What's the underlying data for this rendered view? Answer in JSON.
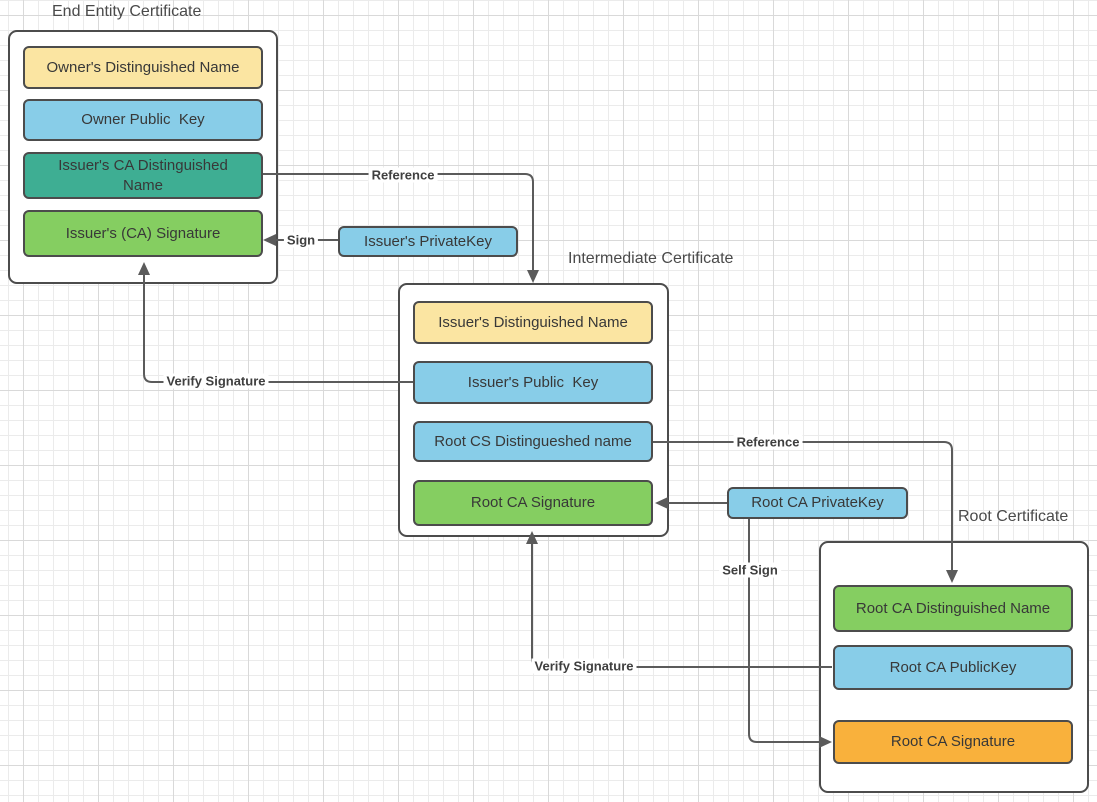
{
  "certificates": [
    {
      "title": "End Entity Certificate",
      "fields": [
        {
          "label": "Owner's Distinguished Name",
          "color": "#FBE5A2"
        },
        {
          "label": "Owner Public  Key",
          "color": "#88CDE8"
        },
        {
          "label": "Issuer's CA Distinguished Name",
          "color": "#3EAE93"
        },
        {
          "label": "Issuer's (CA) Signature",
          "color": "#85CE61"
        }
      ]
    },
    {
      "title": "Intermediate Certificate",
      "fields": [
        {
          "label": "Issuer's Distinguished Name",
          "color": "#FBE5A2"
        },
        {
          "label": "Issuer's Public  Key",
          "color": "#88CDE8"
        },
        {
          "label": "Root CS Distingueshed name",
          "color": "#88CDE8"
        },
        {
          "label": "Root CA Signature",
          "color": "#85CE61"
        }
      ]
    },
    {
      "title": "Root Certificate",
      "fields": [
        {
          "label": "Root CA Distinguished Name",
          "color": "#85CE61"
        },
        {
          "label": "Root CA PublicKey",
          "color": "#88CDE8"
        },
        {
          "label": "Root CA Signature",
          "color": "#F9B13C"
        }
      ]
    }
  ],
  "key_boxes": [
    {
      "label": "Issuer's PrivateKey",
      "color": "#88CDE8"
    },
    {
      "label": "Root CA PrivateKey",
      "color": "#88CDE8"
    }
  ],
  "connector_labels": {
    "reference1": "Reference",
    "sign": "Sign",
    "verify_signature1": "Verify Signature",
    "reference2": "Reference",
    "self_sign": "Self Sign",
    "verify_signature2": "Verify Signature"
  },
  "colors": {
    "yellow": "#FBE5A2",
    "blue": "#88CDE8",
    "teal": "#3EAE93",
    "green": "#85CE61",
    "orange": "#F9B13C",
    "box_border": "#4C4C4C",
    "connector": "#5B5B5B",
    "grid_minor": "#EBEBEB",
    "grid_major": "#D9D9D9",
    "text": "#383838"
  }
}
